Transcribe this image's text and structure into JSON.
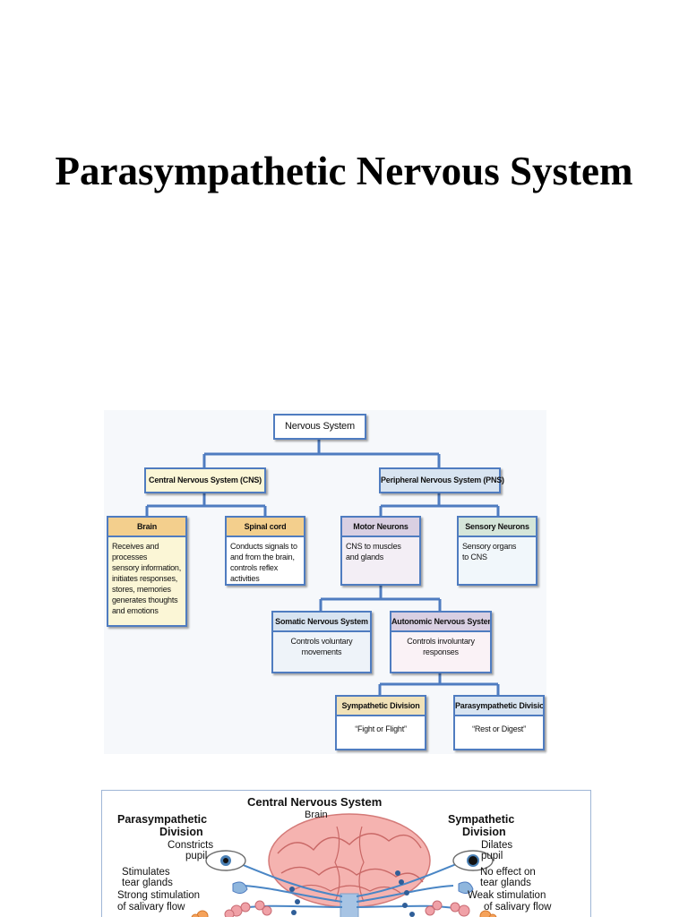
{
  "title": "Parasympathetic Nervous System",
  "flowchart": {
    "nervous_system": "Nervous System",
    "cns": "Central Nervous System (CNS)",
    "pns": "Peripheral Nervous System (PNS)",
    "brain": {
      "title": "Brain",
      "text": "Receives and processes\nsensory information,\ninitiates responses,\nstores, memories\ngenerates thoughts\nand emotions"
    },
    "spinal_cord": {
      "title": "Spinal cord",
      "text": "Conducts signals to\nand from the brain,\ncontrols reflex activities"
    },
    "motor_neurons": {
      "title": "Motor Neurons",
      "text": "CNS to muscles\nand glands"
    },
    "sensory_neurons": {
      "title": "Sensory Neurons",
      "text": "Sensory organs\nto CNS"
    },
    "somatic": {
      "title": "Somatic Nervous System",
      "text": "Controls voluntary\nmovements"
    },
    "autonomic": {
      "title": "Autonomic Nervous System",
      "text": "Controls involuntary\nresponses"
    },
    "sympathetic": {
      "title": "Sympathetic Division",
      "text": "“Fight or Flight”"
    },
    "parasympathetic": {
      "title": "Parasympathetic Division",
      "text": "“Rest or Digest”"
    },
    "colors": {
      "border": "#4f7cc0",
      "yellow": "#fbf6d6",
      "orange": "#f3cf8d",
      "purple": "#d9cfe2",
      "green": "#d5e6d9",
      "blue": "#d8e4f1",
      "pink": "#f3e6ee",
      "tan": "#f1e2b8"
    }
  },
  "illustration": {
    "title": "Central Nervous System",
    "brain_label": "Brain",
    "left_heading_1": "Parasympathetic",
    "left_heading_2": "Division",
    "left_items": [
      "Constricts",
      "pupil",
      "Stimulates",
      "tear glands",
      "Strong stimulation",
      "of salivary flow"
    ],
    "right_heading_1": "Sympathetic",
    "right_heading_2": "Division",
    "right_items": [
      "Dilates",
      "pupil",
      "No effect on",
      "tear glands",
      "Weak stimulation",
      "of salivary flow"
    ]
  }
}
